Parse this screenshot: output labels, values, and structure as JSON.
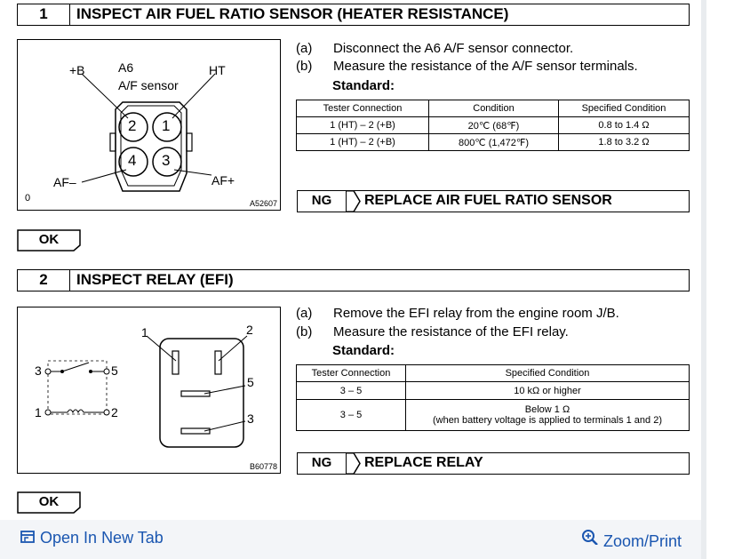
{
  "step1": {
    "number": "1",
    "title": "INSPECT AIR FUEL RATIO SENSOR (HEATER RESISTANCE)",
    "figure": {
      "corner_mark": "0",
      "code": "A52607",
      "connector_name": "A6",
      "connector_desc": "A/F sensor",
      "label_plus_b": "+B",
      "label_ht": "HT",
      "label_af_minus": "AF–",
      "label_af_plus": "AF+",
      "pins": [
        "2",
        "1",
        "4",
        "3"
      ]
    },
    "instructions": [
      {
        "label": "(a)",
        "text": "Disconnect the A6 A/F sensor connector."
      },
      {
        "label": "(b)",
        "text": "Measure the resistance of the A/F sensor terminals."
      }
    ],
    "standard_label": "Standard:",
    "table": {
      "headers": [
        "Tester Connection",
        "Condition",
        "Specified Condition"
      ],
      "rows": [
        [
          "1 (HT) – 2 (+B)",
          "20℃ (68℉)",
          "0.8 to 1.4 Ω"
        ],
        [
          "1 (HT) – 2 (+B)",
          "800℃ (1,472℉)",
          "1.8 to 3.2 Ω"
        ]
      ]
    },
    "ng_label": "NG",
    "ng_action": "REPLACE AIR FUEL RATIO SENSOR",
    "ok_label": "OK"
  },
  "step2": {
    "number": "2",
    "title": "INSPECT RELAY (EFI)",
    "figure": {
      "code": "B60778",
      "schematic_terminals": [
        "3",
        "5",
        "1",
        "2"
      ],
      "relay_terminals": [
        "1",
        "2",
        "5",
        "3"
      ]
    },
    "instructions": [
      {
        "label": "(a)",
        "text": "Remove the EFI relay from the engine room J/B."
      },
      {
        "label": "(b)",
        "text": "Measure the resistance of the EFI relay."
      }
    ],
    "standard_label": "Standard:",
    "table": {
      "headers": [
        "Tester Connection",
        "Specified Condition"
      ],
      "rows": [
        [
          "3 – 5",
          "10 kΩ or higher"
        ],
        [
          "3 – 5",
          "Below 1 Ω",
          "(when battery voltage is applied to terminals 1 and 2)"
        ]
      ]
    },
    "ng_label": "NG",
    "ng_action": "REPLACE RELAY",
    "ok_label": "OK"
  },
  "footer": {
    "open_tab_label": "Open In New Tab",
    "open_tab_icon": "open-new-tab-icon",
    "zoom_label": "Zoom/Print",
    "zoom_icon": "zoom-icon",
    "link_color": "#1a56b0"
  }
}
